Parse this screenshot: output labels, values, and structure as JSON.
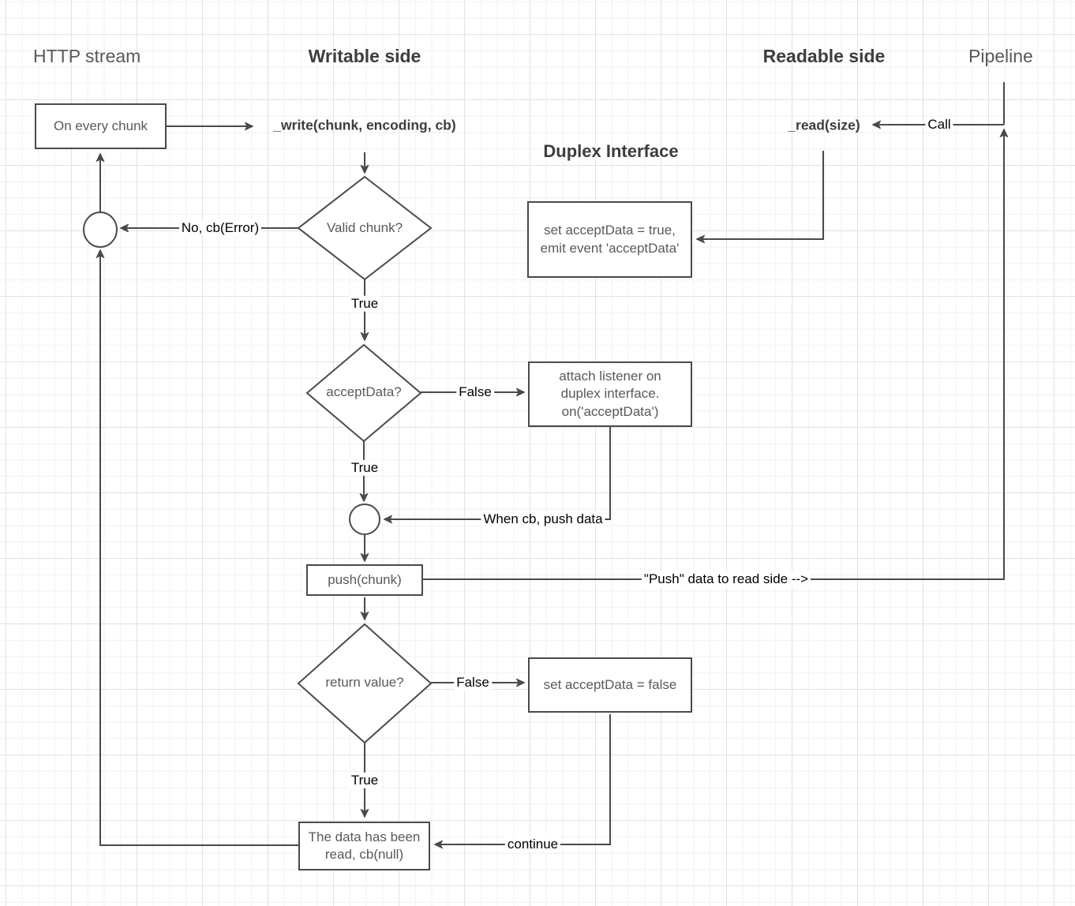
{
  "headers": {
    "http_stream": "HTTP stream",
    "writable_side": "Writable side",
    "readable_side": "Readable side",
    "pipeline": "Pipeline"
  },
  "title": "Duplex Interface",
  "nodes": {
    "on_every_chunk": "On every chunk",
    "write_fn": "_write(chunk, encoding, cb)",
    "read_fn": "_read(size)",
    "valid_chunk": "Valid chunk?",
    "accept_data": "acceptData?",
    "return_value": "return value?",
    "set_accept_true": "set acceptData = true,\nemit event 'acceptData'",
    "attach_listener": "attach listener on\nduplex interface.\non('acceptData')",
    "push_chunk": "push(chunk)",
    "set_accept_false": "set acceptData = false",
    "data_read": "The data has been\nread, cb(null)"
  },
  "edge_labels": {
    "no_cb_error": "No, cb(Error)",
    "true_1": "True",
    "true_2": "True",
    "true_3": "True",
    "false_1": "False",
    "false_2": "False",
    "when_cb_push": "When cb, push data",
    "push_to_read": "\"Push\" data to read side -->",
    "continue_label": "continue",
    "call": "Call"
  },
  "colors": {
    "line": "#4a4a4a",
    "node_text": "#595959",
    "bold_text": "#3d3d3d",
    "edge_label_text": "#000000",
    "background": "#ffffff",
    "grid_minor": "#f1f1f1",
    "grid_major": "#e2e2e2"
  }
}
